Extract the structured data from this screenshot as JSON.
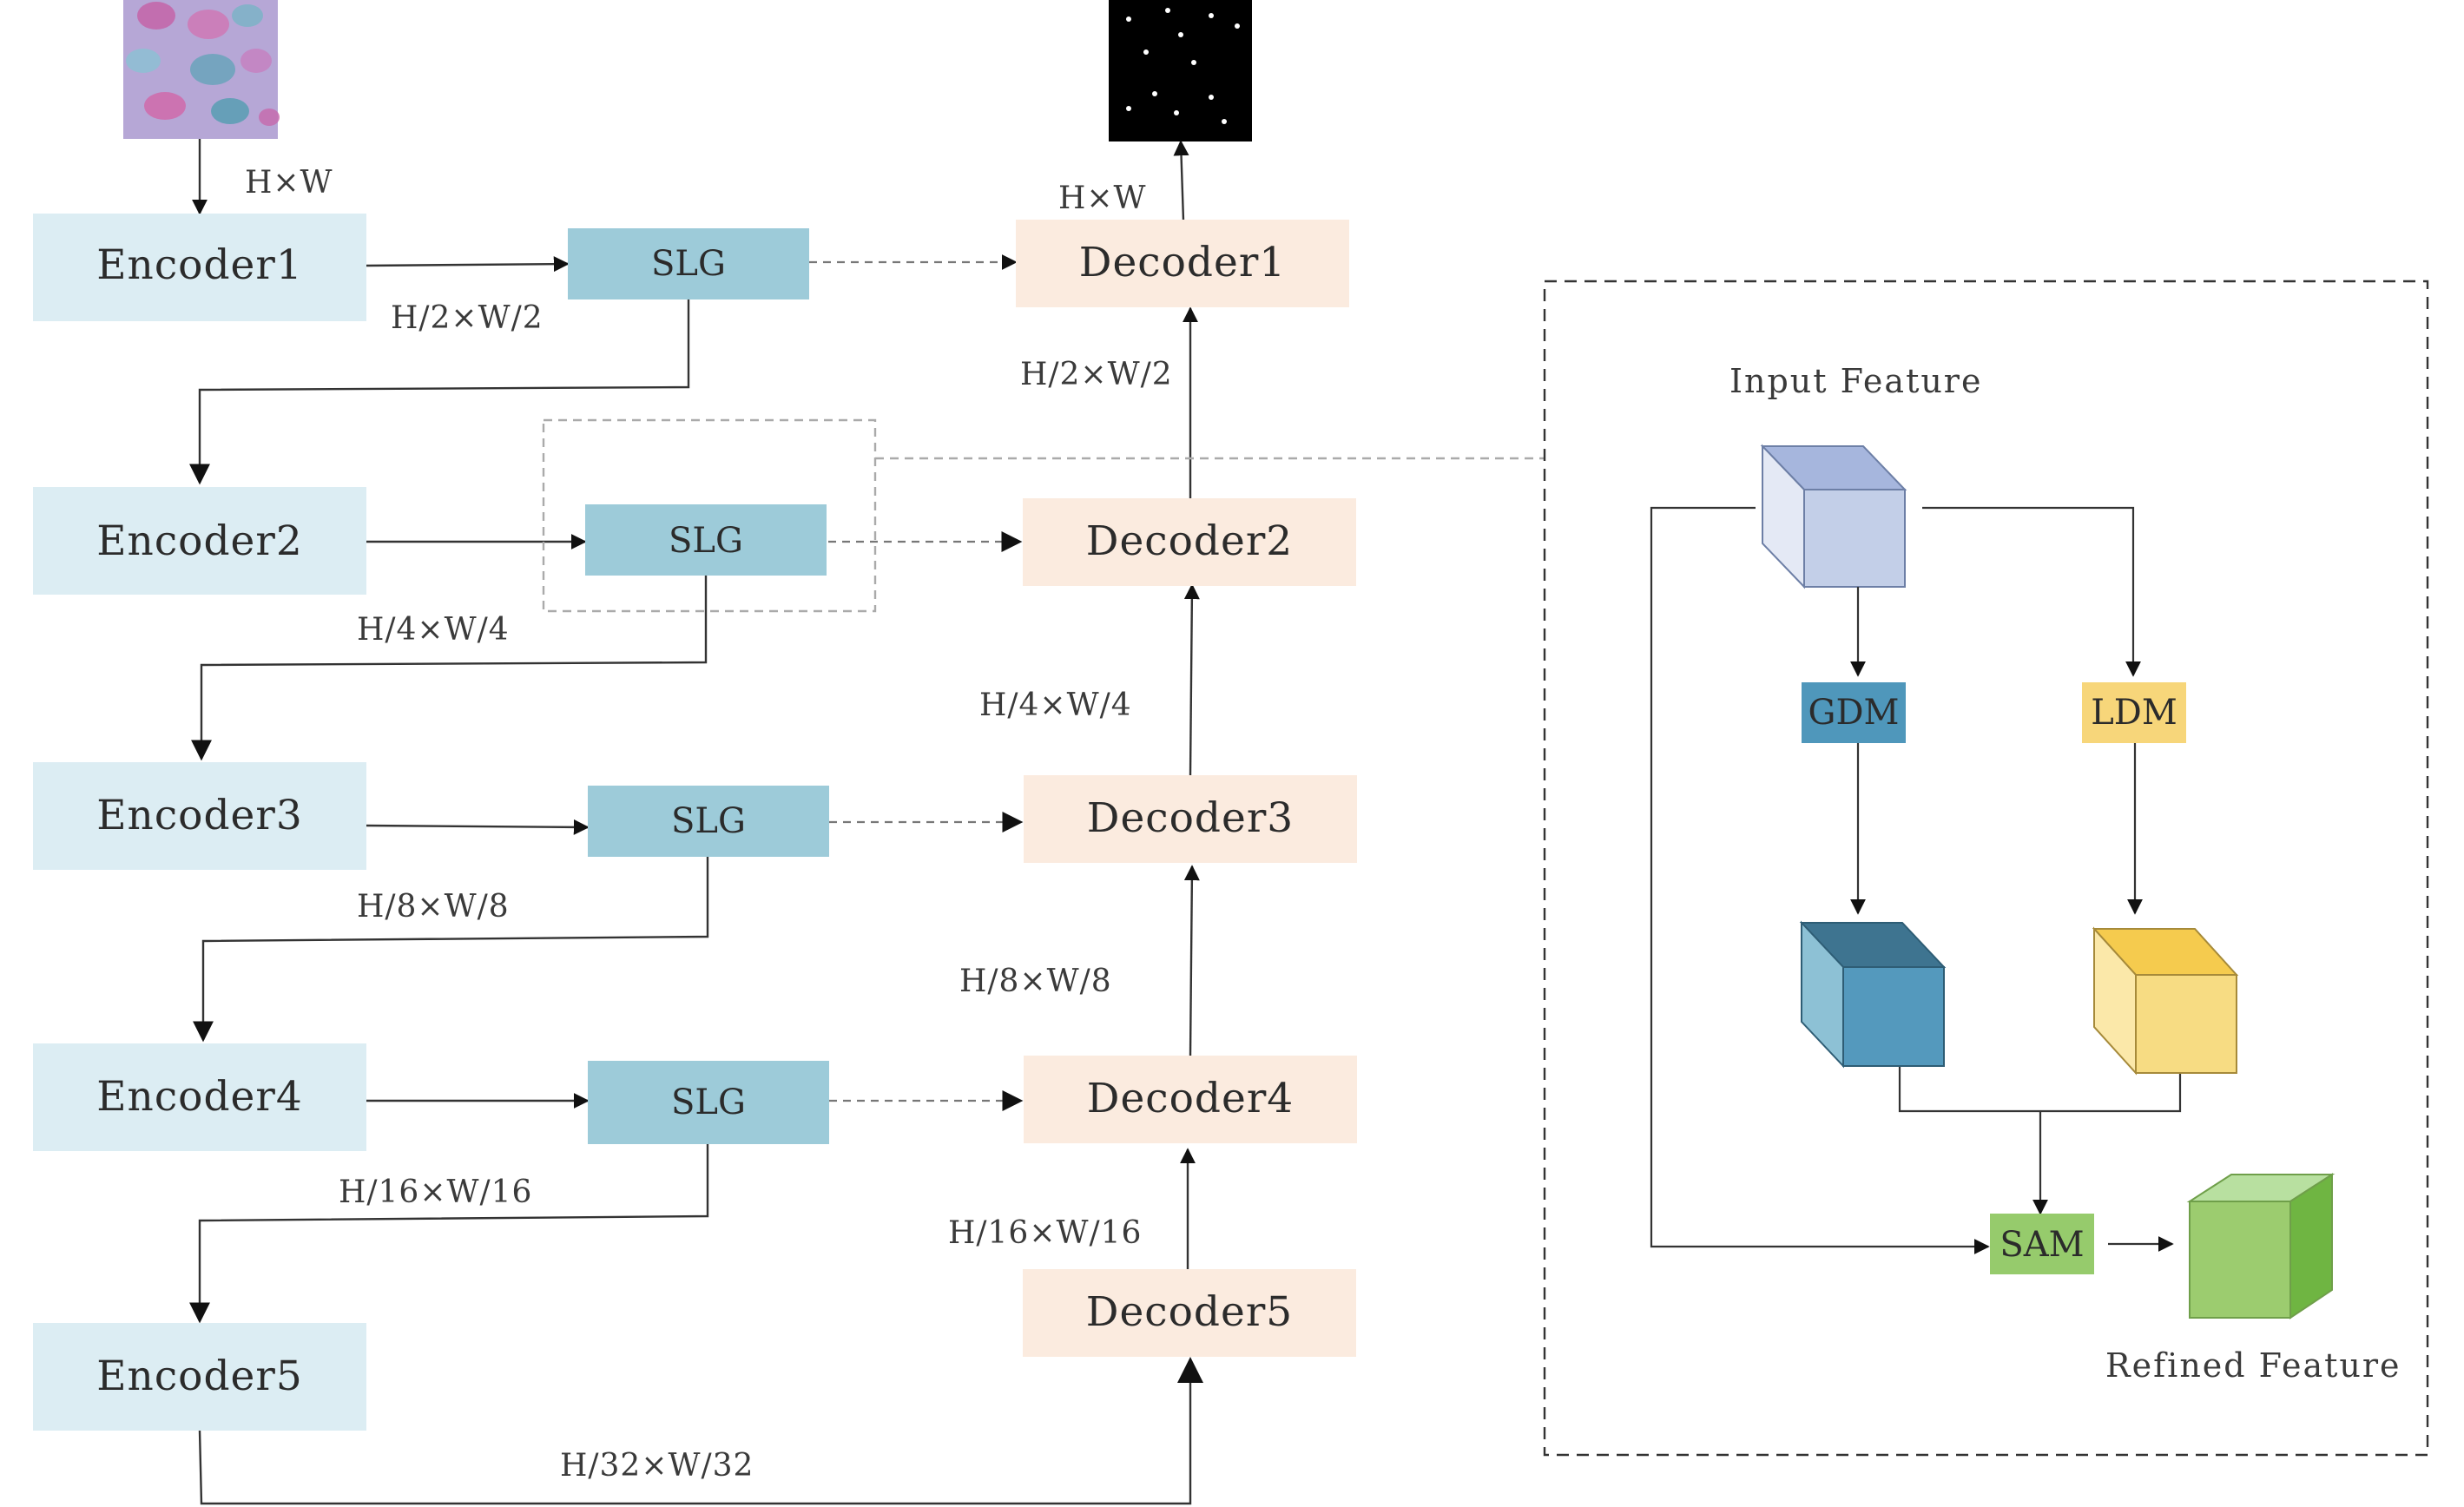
{
  "encoders": [
    "Encoder1",
    "Encoder2",
    "Encoder3",
    "Encoder4",
    "Encoder5"
  ],
  "decoders": [
    "Decoder1",
    "Decoder2",
    "Decoder3",
    "Decoder4",
    "Decoder5"
  ],
  "slg_label": "SLG",
  "input_dim": "H×W",
  "output_dim": "H×W",
  "encoder_dims": [
    "H/2×W/2",
    "H/4×W/4",
    "H/8×W/8",
    "H/16×W/16"
  ],
  "bottleneck_dim": "H/32×W/32",
  "decoder_dims": [
    "H/2×W/2",
    "H/4×W/4",
    "H/8×W/8",
    "H/16×W/16"
  ],
  "detail": {
    "input_feature": "Input Feature",
    "gdm": "GDM",
    "ldm": "LDM",
    "sam": "SAM",
    "refined_feature": "Refined Feature"
  },
  "colors": {
    "encoder": "#dcedf3",
    "decoder": "#fbebdf",
    "slg": "#9dcbd9",
    "gdm": "#4f97bb",
    "ldm": "#f7d67a",
    "sam": "#96cb6c",
    "input_cube": "#c3cfe8",
    "gdm_cube": "#5499bd",
    "ldm_cube": "#f7dc83",
    "refined_cube": "#9ccc6f"
  },
  "icons": {
    "input_image": "cell-image-icon",
    "output_mask": "segmentation-mask-icon"
  }
}
